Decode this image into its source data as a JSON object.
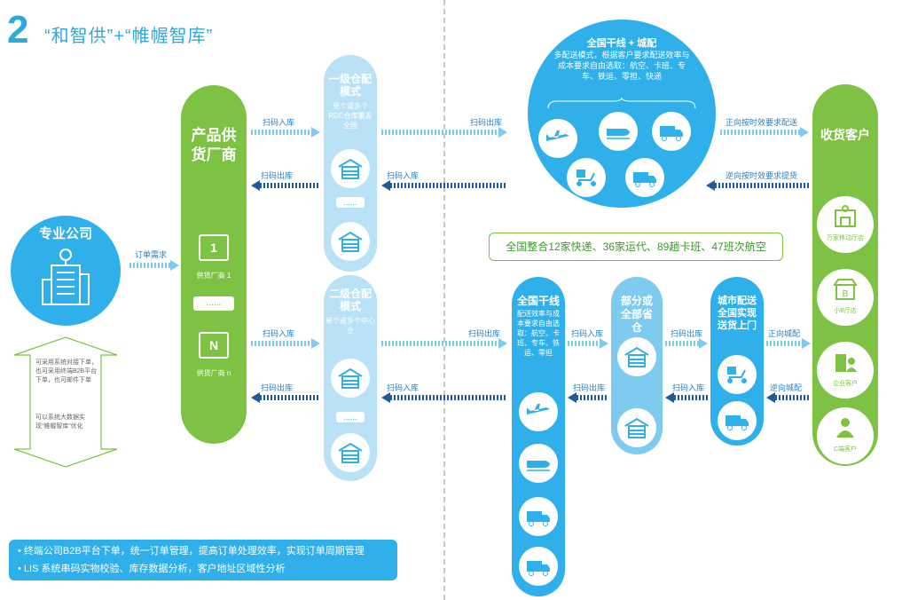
{
  "title": {
    "num": "2",
    "text": "“和智供”+“帷幄智库”"
  },
  "left_company": {
    "label": "专业公司"
  },
  "order_label": "订单需求",
  "side_notes": [
    "可采用系统对接下单，也可采用终端B2B平台下单，也可邮件下单",
    "可以系统大数据实现“帷幄智库”优化"
  ],
  "supplier": {
    "label": "产品供货厂商",
    "items": [
      "供货厂商 1",
      "供货厂商 n"
    ],
    "icon_glyphs": [
      "1",
      "N"
    ],
    "dots": "......"
  },
  "warehouse1": {
    "label": "一级仓配模式",
    "desc": "单个或多个RDC仓库覆盖全国",
    "dots": "......"
  },
  "warehouse2": {
    "label": "二级仓配模式",
    "desc": "单个或多个中心仓",
    "dots": "......"
  },
  "network": {
    "title": "全国干线 + 城配",
    "desc": "多配送模式，根据客户要求配送效率与成本要求自由选取：航空、卡班、专车、铁运、零担、快递"
  },
  "trunk": {
    "label": "全国干线",
    "desc": "配送效率与成本要求自由选取：航空、卡班、专车、铁运、零担"
  },
  "province": {
    "label": "部分或全部省仓"
  },
  "city": {
    "label": "城市配送全国实现送货上门"
  },
  "customer": {
    "label": "收货客户",
    "items": [
      "万家移动厅店",
      "小B厅店",
      "企业客户",
      "C端客户"
    ]
  },
  "notice": "全国整合12家快递、36家运代、89趟卡班、47班次航空",
  "arrows": {
    "scan_in": "扫码入库",
    "scan_out": "扫码出库",
    "forward_on_time": "正向按时效要求配送",
    "reverse_on_time": "逆向按时效要求提货",
    "forward_city": "正向城配",
    "reverse_city": "逆向城配"
  },
  "bottom_bullets": [
    "终端公司B2B平台下单，统一订单管理，提高订单处理效率，实现订单周期管理",
    "LIS 系统串码实物校验、库存数据分析，客户地址区域性分析"
  ],
  "colors": {
    "green": "#7dc242",
    "blue": "#2fb0ea",
    "light_blue": "#b9e2f6",
    "dark_arrow": "#1f5a9e"
  }
}
